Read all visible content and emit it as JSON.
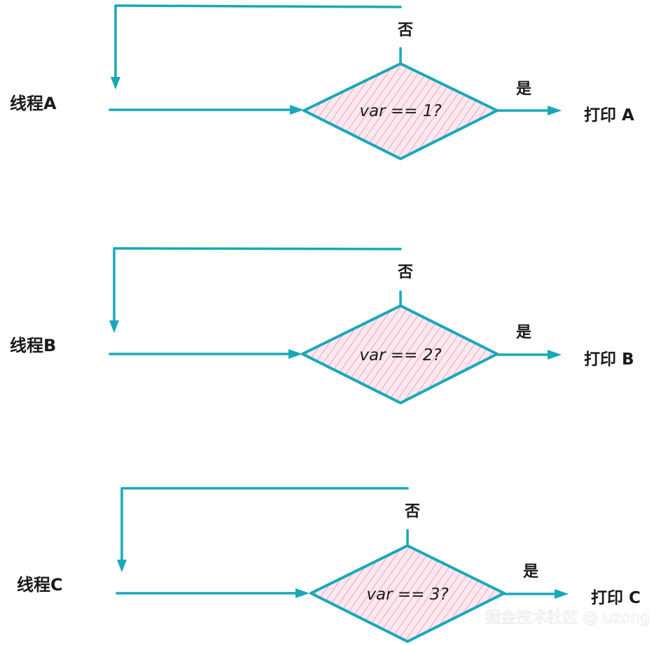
{
  "colors": {
    "line": "#19a8b8",
    "diamond_fill": "#fde8ef",
    "hatch": "#f2a9c2",
    "text": "#1a1a1a"
  },
  "flows": [
    {
      "thread_label": "线程A",
      "condition": "var == 1?",
      "no_label": "否",
      "yes_label": "是",
      "action": "打印 A"
    },
    {
      "thread_label": "线程B",
      "condition": "var == 2?",
      "no_label": "否",
      "yes_label": "是",
      "action": "打印 B"
    },
    {
      "thread_label": "线程C",
      "condition": "var == 3?",
      "no_label": "否",
      "yes_label": "是",
      "action": "打印 C"
    }
  ],
  "watermark": "掘金技术社区 @ uzong"
}
